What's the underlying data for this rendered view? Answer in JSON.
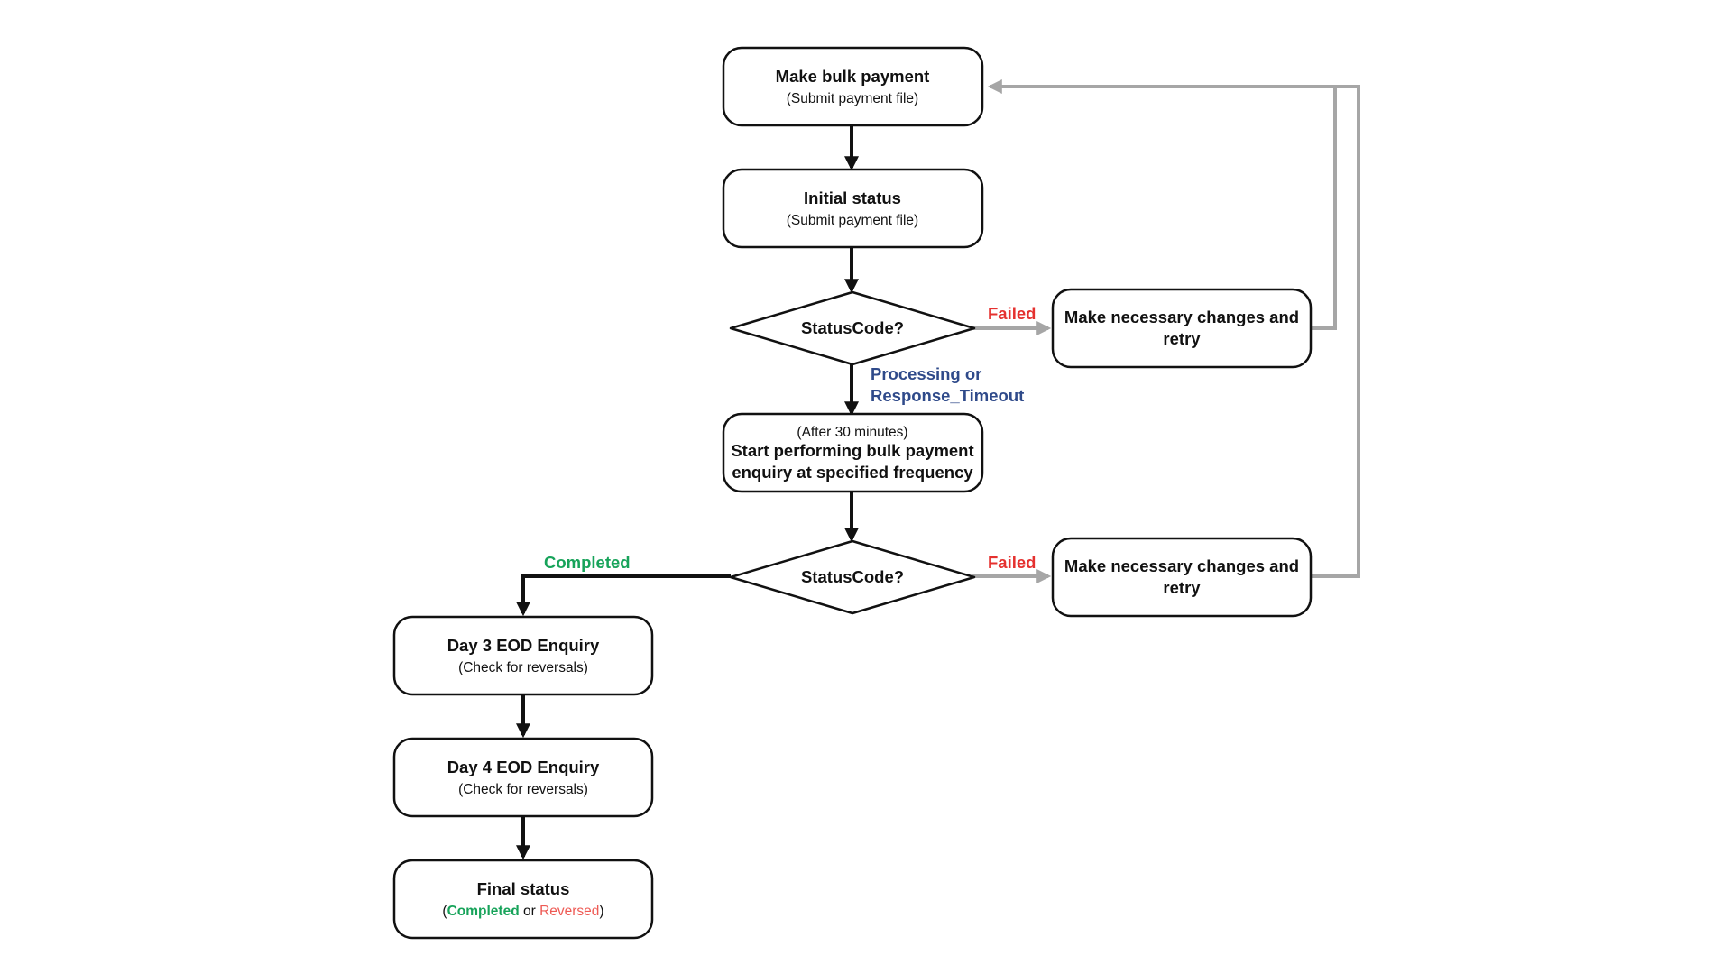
{
  "nodes": {
    "make_payment": {
      "title": "Make bulk payment",
      "sub": "(Submit payment file)"
    },
    "initial_status": {
      "title": "Initial status",
      "sub": "(Submit payment file)"
    },
    "decision1": {
      "label": "StatusCode?"
    },
    "retry1": {
      "line1": "Make necessary changes and",
      "line2": "retry"
    },
    "enquiry": {
      "pre": "(After 30 minutes)",
      "line1": "Start performing bulk payment",
      "line2": "enquiry at specified frequency"
    },
    "decision2": {
      "label": "StatusCode?"
    },
    "retry2": {
      "line1": "Make necessary changes and",
      "line2": "retry"
    },
    "day3": {
      "title": "Day 3 EOD Enquiry",
      "sub": "(Check for reversals)"
    },
    "day4": {
      "title": "Day 4 EOD Enquiry",
      "sub": "(Check for reversals)"
    },
    "final": {
      "title": "Final status",
      "open": "(",
      "completed": "Completed",
      "or": " or ",
      "reversed": "Reversed",
      "close": ")"
    }
  },
  "edge_labels": {
    "failed1": "Failed",
    "processing_line1": "Processing or",
    "processing_line2": "Response_Timeout",
    "failed2": "Failed",
    "completed": "Completed"
  },
  "colors": {
    "failed": "#e5312f",
    "completed": "#17a35a",
    "processing": "#2f4a8a",
    "reversed": "#ee5a54",
    "main_arrow": "#111111",
    "retry_arrow": "#a6a6a6"
  }
}
